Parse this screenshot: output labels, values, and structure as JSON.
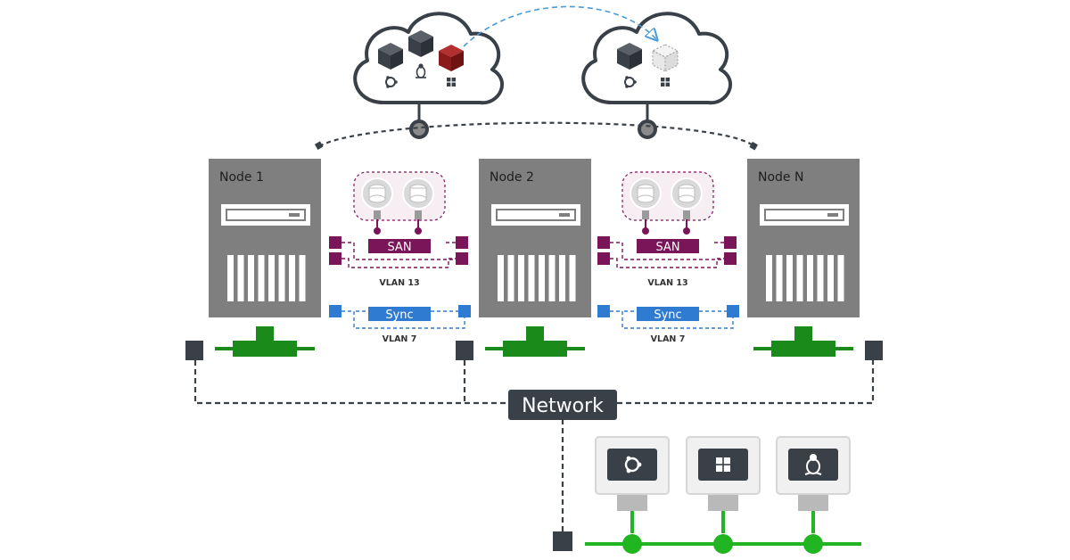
{
  "nodes": [
    {
      "label": "Node 1"
    },
    {
      "label": "Node 2"
    },
    {
      "label": "Node N"
    }
  ],
  "links": [
    {
      "san_label": "SAN",
      "san_vlan": "VLAN 13",
      "sync_label": "Sync",
      "sync_vlan": "VLAN 7"
    },
    {
      "san_label": "SAN",
      "san_vlan": "VLAN 13",
      "sync_label": "Sync",
      "sync_vlan": "VLAN 7"
    }
  ],
  "network": {
    "label": "Network"
  },
  "clouds": [
    {
      "vm_icons": [
        "ubuntu-icon",
        "linux-tux-icon",
        "windows-icon"
      ],
      "migrating_vm": "red-vm-box-icon"
    },
    {
      "vm_icons": [
        "ubuntu-icon",
        "windows-icon"
      ],
      "migration_target": "ghost-vm-box-icon"
    }
  ],
  "clients": [
    {
      "os_icon": "ubuntu-icon"
    },
    {
      "os_icon": "windows-icon"
    },
    {
      "os_icon": "linux-tux-icon"
    }
  ],
  "colors": {
    "server": "#7f7f7f",
    "san": "#7a1559",
    "sync": "#2f7bd1",
    "power": "#1a8a1a",
    "client_bus": "#22b522",
    "dark": "#3a4048",
    "vm_red": "#8b1a1a"
  }
}
